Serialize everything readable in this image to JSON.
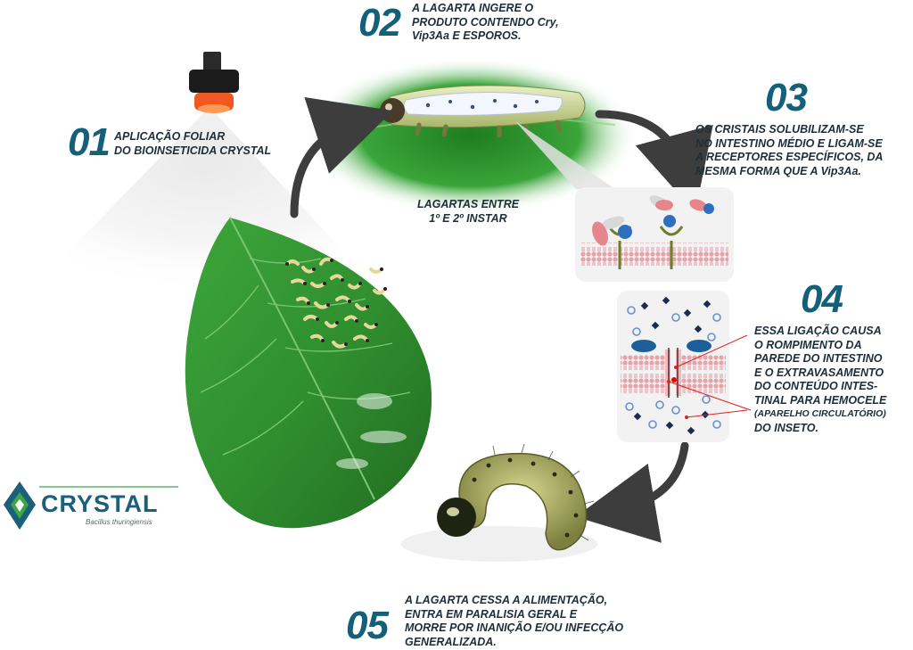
{
  "steps": [
    {
      "number": "01",
      "lines": [
        "APLICAÇÃO FOLIAR",
        "DO BIOINSETICIDA CRYSTAL"
      ]
    },
    {
      "number": "02",
      "lines": [
        "A LAGARTA INGERE O",
        "PRODUTO CONTENDO Cry,",
        "Vip3Aa E ESPOROS."
      ]
    },
    {
      "number": "03",
      "lines": [
        "OS CRISTAIS SOLUBILIZAM-SE",
        "NO INTESTINO MÉDIO E LIGAM-SE",
        "A RECEPTORES ESPECÍFICOS, DA",
        "MESMA FORMA QUE A Vip3Aa."
      ]
    },
    {
      "number": "04",
      "lines": [
        "ESSA LIGAÇÃO CAUSA",
        "O ROMPIMENTO DA",
        "PAREDE DO INTESTINO",
        "E O EXTRAVASAMENTO",
        "DO CONTEÚDO INTES-",
        "TINAL PARA HEMOCELE",
        "(APARELHO CIRCULATÓRIO)",
        "DO INSETO."
      ]
    },
    {
      "number": "05",
      "lines": [
        "A LAGARTA CESSA A ALIMENTAÇÃO,",
        "ENTRA EM PARALISIA  GERAL E",
        "MORRE POR INANIÇÃO E/OU INFECÇÃO",
        "GENERALIZADA."
      ]
    }
  ],
  "instar_label": {
    "lines": [
      "LAGARTAS ENTRE",
      "1º E 2º INSTAR"
    ]
  },
  "logo": {
    "name": "CRYSTAL",
    "subtitle": "Bacillus thuringiensis"
  },
  "colors": {
    "number": "#14607a",
    "text": "#1e2e38",
    "leaf": "#3f9a3a",
    "arrow": "#3d3d3d",
    "logo_green": "#3fa648",
    "logo_blue": "#1b5f7b"
  },
  "icons": [
    "spray-nozzle-icon",
    "leaf-with-larvae-icon",
    "caterpillar-icon",
    "receptor-binding-icon",
    "pore-formation-icon",
    "dead-caterpillar-icon",
    "crystal-logo-icon"
  ]
}
